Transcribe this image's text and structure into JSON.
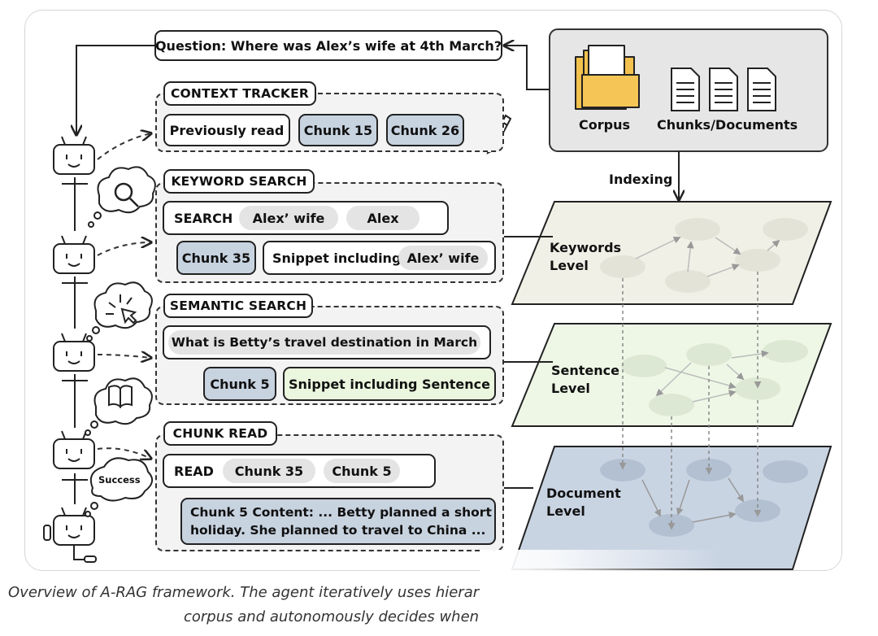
{
  "question": "Question: Where was Alex’s wife at 4th March?",
  "context_tracker": {
    "header": "CONTEXT TRACKER",
    "previously_read": "Previously read",
    "chunks": [
      "Chunk 15",
      "Chunk 26"
    ]
  },
  "keyword_search": {
    "header": "KEYWORD SEARCH",
    "action": "SEARCH",
    "terms": [
      "Alex’ wife",
      "Alex"
    ],
    "result_chunk": "Chunk 35",
    "snippet_label": "Snippet including",
    "snippet_term": "Alex’ wife"
  },
  "semantic_search": {
    "header": "SEMANTIC SEARCH",
    "query": "What is Betty’s travel destination in March",
    "result_chunk": "Chunk 5",
    "snippet": "Snippet including Sentence"
  },
  "chunk_read": {
    "header": "CHUNK READ",
    "action": "READ",
    "chunks": [
      "Chunk 35",
      "Chunk 5"
    ],
    "content_line1": "Chunk 5 Content:  ... Betty planned a short",
    "content_line2": "holiday. She planned to travel to China ..."
  },
  "agent": {
    "success_label": "Success"
  },
  "corpus": {
    "corpus_label": "Corpus",
    "chunks_label": "Chunks/Documents"
  },
  "indexing_label": "Indexing",
  "levels": {
    "keywords": [
      "Keywords",
      "Level"
    ],
    "sentence": [
      "Sentence",
      "Level"
    ],
    "document": [
      "Document",
      "Level"
    ]
  },
  "colors": {
    "chunk_blue": "#c8d3e0",
    "sentence_green": "#eaf6dd",
    "keywords_plane": "#f0f0e6",
    "sentence_plane": "#eef7e6",
    "document_plane": "#c9d4e3",
    "folder_yellow": "#f2c14e"
  },
  "caption": {
    "line1": "Overview of A-RAG framework. The agent iteratively uses hierar",
    "line2": "corpus and autonomously decides when"
  }
}
